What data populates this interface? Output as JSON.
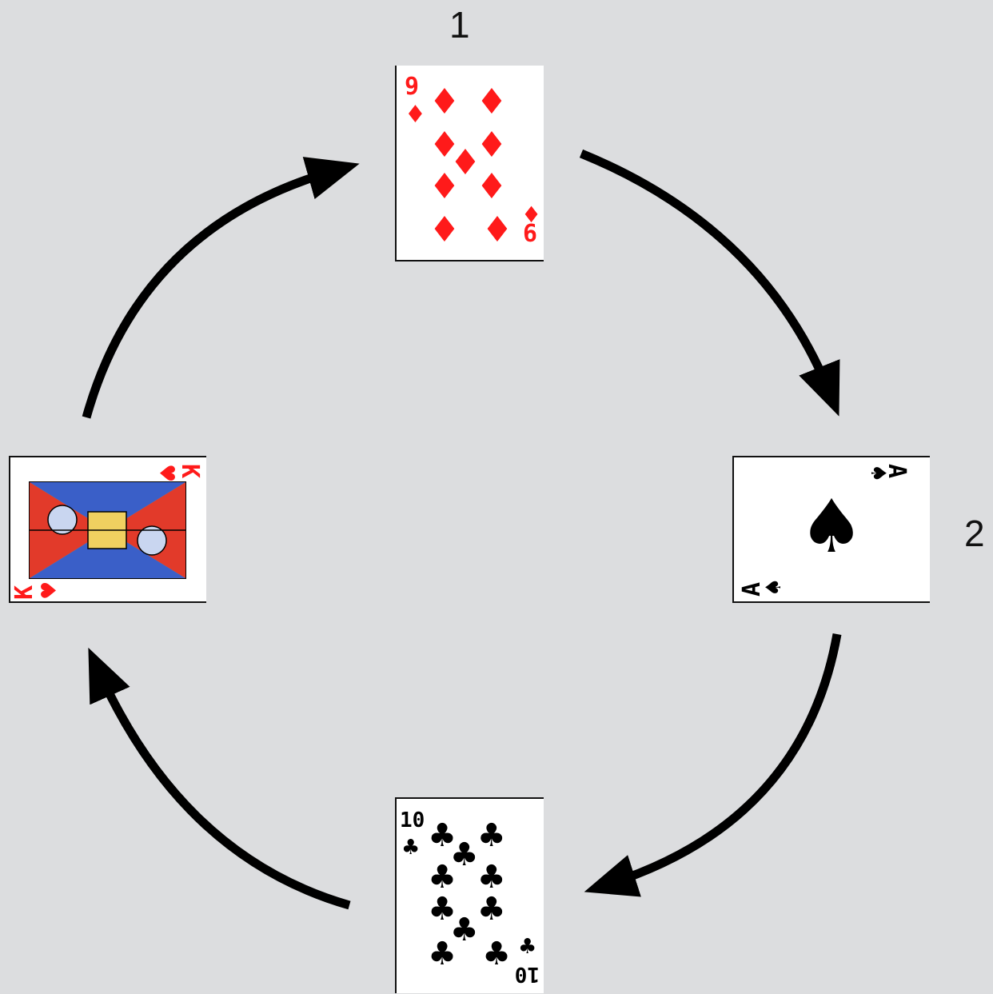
{
  "labels": {
    "first": "1",
    "second": "2"
  },
  "cards": [
    {
      "id": "top",
      "rank": "9",
      "suit": "diamonds",
      "suit_symbol": "♦",
      "color": "#ff1a1a"
    },
    {
      "id": "right",
      "rank": "A",
      "suit": "spades",
      "suit_symbol": "♠",
      "color": "#000000"
    },
    {
      "id": "bottom",
      "rank": "10",
      "suit": "clubs",
      "suit_symbol": "♣",
      "color": "#000000"
    },
    {
      "id": "left",
      "rank": "K",
      "suit": "hearts",
      "suit_symbol": "♥",
      "color": "#ff1a1a"
    }
  ],
  "arrows": {
    "direction": "clockwise",
    "count": 4,
    "color": "#000000"
  },
  "colors": {
    "background": "#dcdddf",
    "card_face": "#ffffff"
  }
}
